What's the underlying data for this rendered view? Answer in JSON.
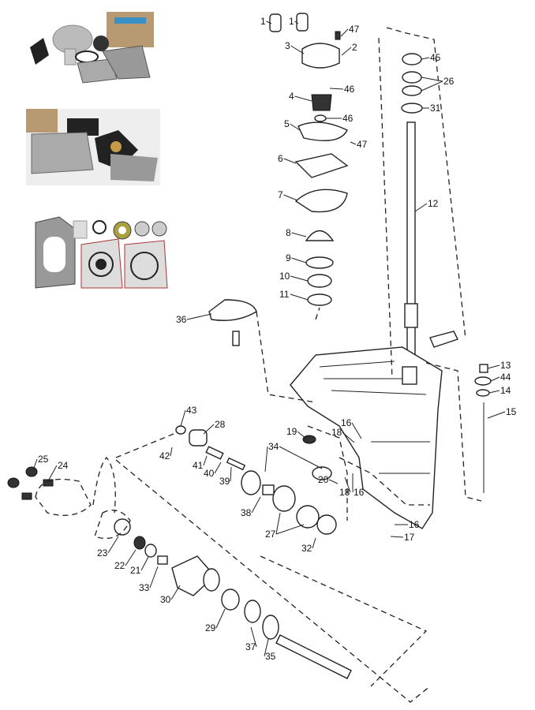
{
  "title": "Gearcase exploded parts diagram",
  "photos": [
    "water-pump-kit-photo",
    "water-pump-kit-photo-2",
    "gasket-seal-kit-photo"
  ],
  "callouts": [
    "1",
    "1",
    "47",
    "2",
    "3",
    "45",
    "26",
    "46",
    "4",
    "46",
    "31",
    "5",
    "47",
    "6",
    "12",
    "7",
    "8",
    "9",
    "10",
    "11",
    "36",
    "13",
    "44",
    "14",
    "15",
    "43",
    "28",
    "16",
    "19",
    "18",
    "42",
    "34",
    "41",
    "40",
    "39",
    "20",
    "18",
    "16",
    "38",
    "27",
    "32",
    "16",
    "17",
    "25",
    "24",
    "23",
    "22",
    "21",
    "33",
    "30",
    "29",
    "37",
    "35"
  ]
}
